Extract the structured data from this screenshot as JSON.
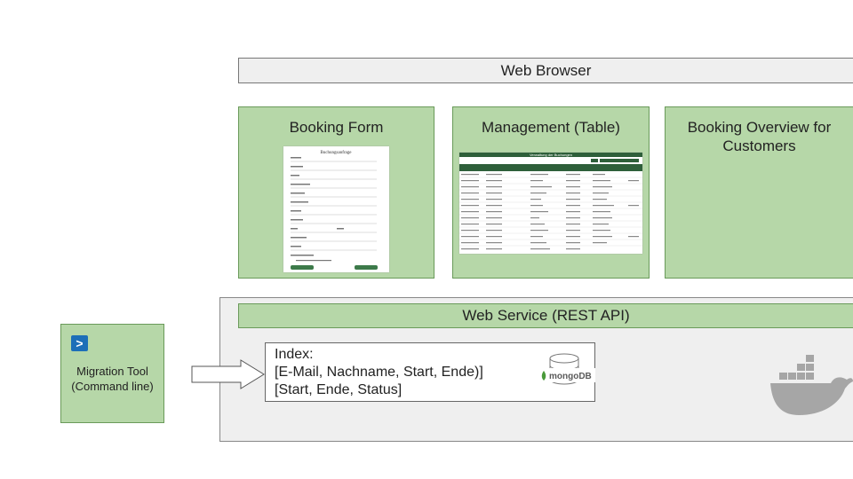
{
  "browser": {
    "label": "Web Browser"
  },
  "panels": [
    {
      "title": "Booking Form"
    },
    {
      "title": "Management (Table)"
    },
    {
      "title": "Booking Overview for Customers"
    }
  ],
  "booking_form_shot": {
    "heading": "Buchungsanfrage"
  },
  "management_shot": {
    "heading": "Verwaltung der Buchungen"
  },
  "web_service": {
    "label": "Web Service (REST API)"
  },
  "index_box": {
    "title": "Index:",
    "lines": [
      "[E-Mail, Nachname, Start, Ende)]",
      "[Start, Ende, Status]"
    ]
  },
  "mongodb": {
    "label": "mongoDB"
  },
  "migration_tool": {
    "label": "Migration Tool (Command line)",
    "icon": "powershell-icon"
  },
  "colors": {
    "panel_green": "#b6d7a8",
    "server_gray": "#efefef",
    "table_header_green": "#2e5f3a",
    "docker_gray": "#a6a6a6"
  }
}
